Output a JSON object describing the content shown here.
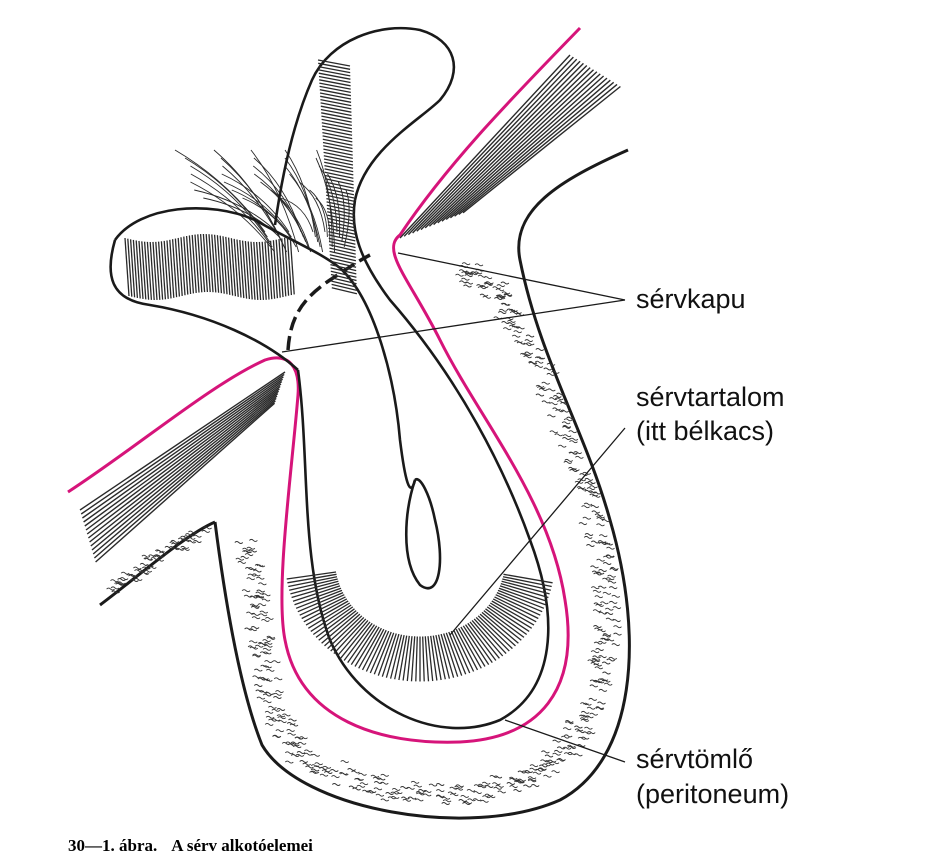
{
  "colors": {
    "peritoneum": "#d6147a",
    "outline": "#1a1a1a",
    "hatch": "#2a2a2a"
  },
  "labels": {
    "hernia_gate": "sérvkapu",
    "hernia_content_line1": "sérvtartalom",
    "hernia_content_line2": "(itt bélkacs)",
    "hernia_sac_line1": "sérvtömlő",
    "hernia_sac_line2": "(peritoneum)"
  },
  "caption": {
    "number": "30—1. ábra.",
    "title": "A sérv alkotóelemei"
  }
}
